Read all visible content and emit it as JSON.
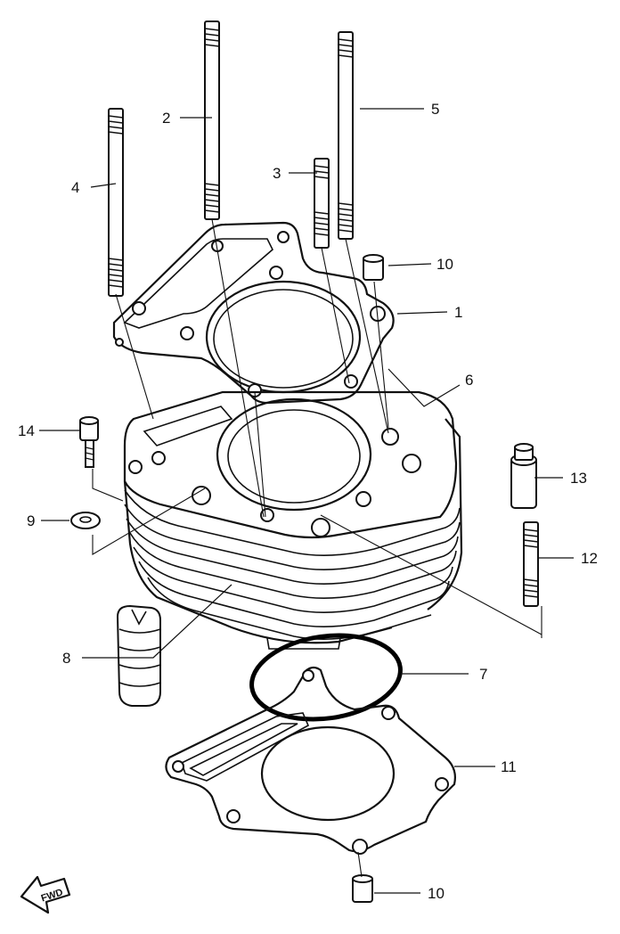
{
  "callouts": {
    "c1": "1",
    "c2": "2",
    "c3": "3",
    "c4": "4",
    "c5": "5",
    "c6": "6",
    "c7": "7",
    "c8": "8",
    "c9": "9",
    "c10a": "10",
    "c10b": "10",
    "c11": "11",
    "c12": "12",
    "c13": "13",
    "c14": "14"
  },
  "fwd_label": "FWD",
  "icons": {
    "fwd": "fwd-arrow-icon"
  }
}
